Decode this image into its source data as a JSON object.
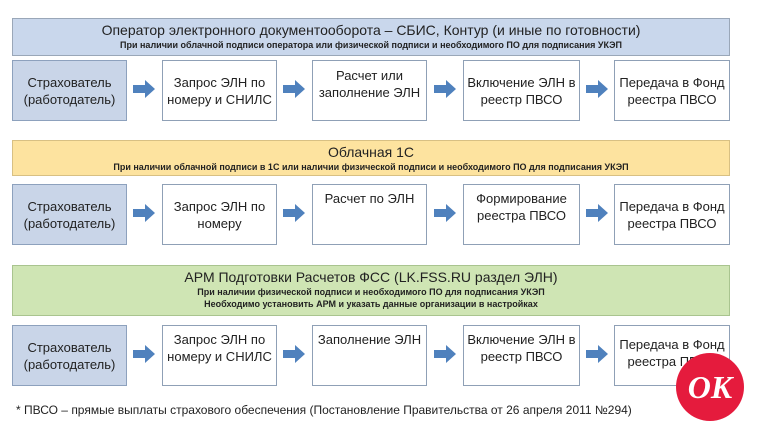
{
  "rows": [
    {
      "banner": {
        "title": "Оператор электронного документооборота – СБИС, Контур (и иные по готовности)",
        "sub1": "При наличии облачной подписи оператора или физической подписи и необходимого ПО для подписания УКЭП",
        "sub2": ""
      },
      "steps": [
        "Страхователь (работодатель)",
        "Запрос ЭЛН по номеру и СНИЛС",
        "Расчет или заполнение ЭЛН",
        "Включение ЭЛН в реестр ПВСО",
        "Передача в Фонд реестра ПВСО"
      ]
    },
    {
      "banner": {
        "title": "Облачная 1С",
        "sub1": "При наличии облачной подписи в 1С или наличии физической подписи и необходимого ПО для подписания УКЭП",
        "sub2": ""
      },
      "steps": [
        "Страхователь (работодатель)",
        "Запрос ЭЛН по номеру",
        "Расчет по ЭЛН",
        "Формирование реестра ПВСО",
        "Передача в Фонд реестра ПВСО"
      ]
    },
    {
      "banner": {
        "title": "АРМ Подготовки Расчетов ФСС (LK.FSS.RU раздел ЭЛН)",
        "sub1": "При наличии физической подписи и необходимого ПО для подписания УКЭП",
        "sub2": "Необходимо установить АРМ и указать данные организации в настройках"
      },
      "steps": [
        "Страхователь (работодатель)",
        "Запрос ЭЛН по номеру и СНИЛС",
        "Заполнение ЭЛН",
        "Включение ЭЛН в реестр ПВСО",
        "Передача в Фонд реестра ПВСО"
      ]
    }
  ],
  "footnote": "* ПВСО – прямые выплаты страхового обеспечения  (Постановление Правительства от 26 апреля 2011 №294)",
  "logo": {
    "text": "OK",
    "icon": "ok-logo-icon",
    "color": "#e51b3d"
  },
  "colors": {
    "arrow": "#4f81bd",
    "banner1": "#c9d7ec",
    "banner2": "#fde39f",
    "banner3": "#cfe5b4"
  }
}
